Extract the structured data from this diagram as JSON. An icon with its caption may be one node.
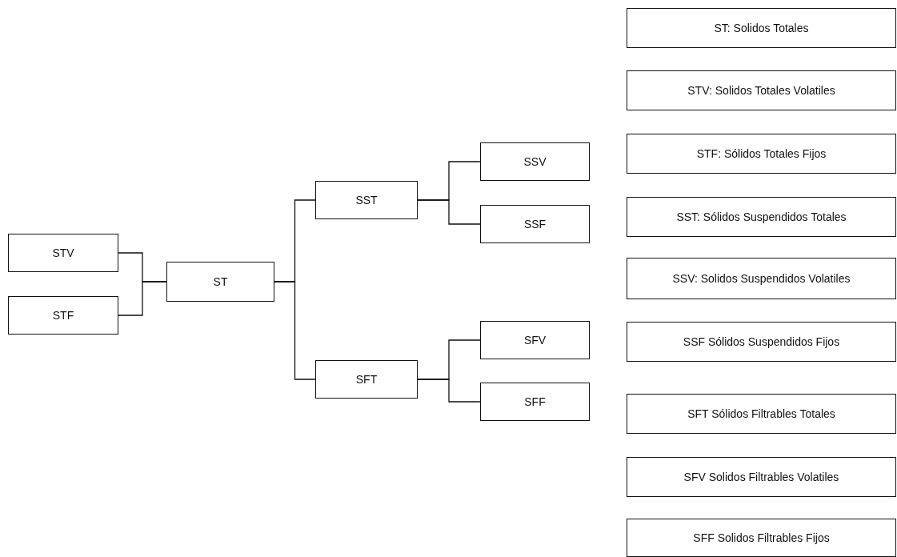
{
  "diagram": {
    "nodes": [
      {
        "text": [
          "STV"
        ]
      },
      {
        "text": [
          "STF"
        ]
      },
      {
        "text": [
          "ST"
        ]
      },
      {
        "text": [
          "SST"
        ]
      },
      {
        "text": [
          "SSV"
        ]
      },
      {
        "text": [
          "SSF"
        ]
      },
      {
        "text": [
          "SFT"
        ]
      },
      {
        "text": [
          "SFV"
        ]
      },
      {
        "text": [
          "SFF"
        ]
      },
      {
        "text": [
          "ST: Solidos Totales"
        ]
      },
      {
        "text": [
          "STV: Solidos Totales Volatiles"
        ]
      },
      {
        "text": [
          "STF: Sólidos Totales Fijos"
        ]
      },
      {
        "text": [
          "SST: Sólidos Suspendidos Totales"
        ]
      },
      {
        "text": [
          "SSV: Solidos Suspendidos Volatiles"
        ]
      },
      {
        "text": [
          "SSF Sólidos Suspendidos Fijos"
        ]
      },
      {
        "text": [
          "SFT Sólidos Filtrables Totales"
        ]
      },
      {
        "text": [
          "SFV Solidos Filtrables Volatiles"
        ]
      },
      {
        "text": [
          "SFF Solidos Filtrables Fijos"
        ]
      }
    ],
    "edges": [
      {
        "from": 0,
        "to": 2,
        "arrow": "none"
      },
      {
        "from": 1,
        "to": 2,
        "arrow": "none"
      },
      {
        "from": 2,
        "to": 3,
        "arrow": "none"
      },
      {
        "from": 2,
        "to": 6,
        "arrow": "none"
      },
      {
        "from": 3,
        "to": 4,
        "arrow": "none"
      },
      {
        "from": 3,
        "to": 5,
        "arrow": "none"
      },
      {
        "from": 6,
        "to": 7,
        "arrow": "none"
      },
      {
        "from": 6,
        "to": 8,
        "arrow": "none"
      }
    ]
  }
}
